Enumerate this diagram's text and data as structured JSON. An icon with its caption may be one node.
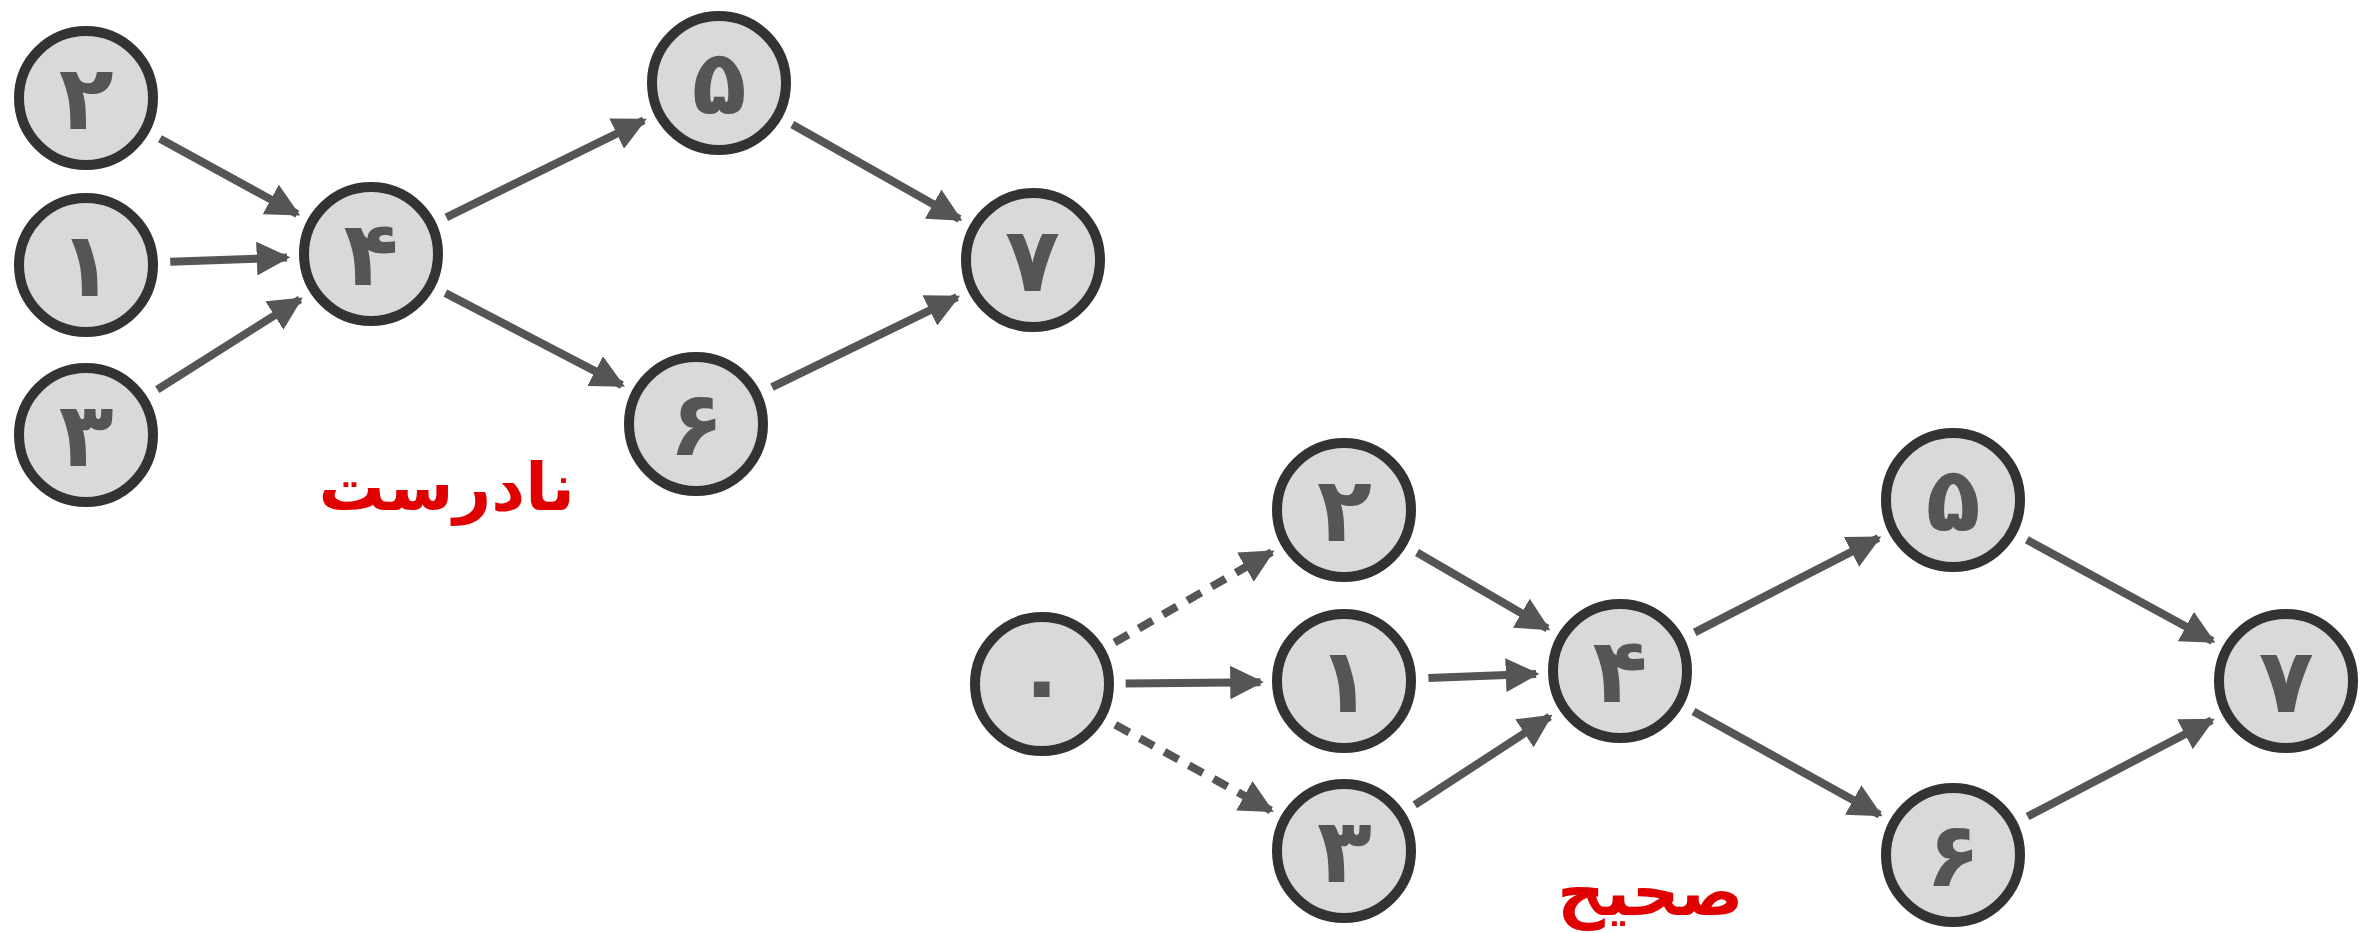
{
  "diagram": {
    "nodes": [
      {
        "text": [
          "۲"
        ]
      },
      {
        "text": [
          "۱"
        ]
      },
      {
        "text": [
          "۳"
        ]
      },
      {
        "text": [
          "۴"
        ]
      },
      {
        "text": [
          "۵"
        ]
      },
      {
        "text": [
          "۶"
        ]
      },
      {
        "text": [
          "۷"
        ]
      },
      {
        "text": [
          "۰"
        ]
      },
      {
        "text": [
          "۲"
        ]
      },
      {
        "text": [
          "۱"
        ]
      },
      {
        "text": [
          "۳"
        ]
      },
      {
        "text": [
          "۴"
        ]
      },
      {
        "text": [
          "۵"
        ]
      },
      {
        "text": [
          "۶"
        ]
      },
      {
        "text": [
          "۷"
        ]
      }
    ],
    "edges": [
      {
        "from": 0,
        "to": 3,
        "arrow": "to"
      },
      {
        "from": 1,
        "to": 3,
        "arrow": "to"
      },
      {
        "from": 2,
        "to": 3,
        "arrow": "to"
      },
      {
        "from": 3,
        "to": 4,
        "arrow": "to"
      },
      {
        "from": 3,
        "to": 5,
        "arrow": "to"
      },
      {
        "from": 4,
        "to": 6,
        "arrow": "to"
      },
      {
        "from": 5,
        "to": 6,
        "arrow": "to"
      },
      {
        "from": 7,
        "to": 8,
        "arrow": "to",
        "style": "dashed"
      },
      {
        "from": 7,
        "to": 9,
        "arrow": "to"
      },
      {
        "from": 7,
        "to": 10,
        "arrow": "to",
        "style": "dashed"
      },
      {
        "from": 8,
        "to": 11,
        "arrow": "to"
      },
      {
        "from": 9,
        "to": 11,
        "arrow": "to"
      },
      {
        "from": 10,
        "to": 11,
        "arrow": "to"
      },
      {
        "from": 11,
        "to": 12,
        "arrow": "to"
      },
      {
        "from": 11,
        "to": 13,
        "arrow": "to"
      },
      {
        "from": 12,
        "to": 14,
        "arrow": "to"
      },
      {
        "from": 13,
        "to": 14,
        "arrow": "to"
      }
    ],
    "labels": [
      "نادرست",
      "صحیح"
    ]
  }
}
